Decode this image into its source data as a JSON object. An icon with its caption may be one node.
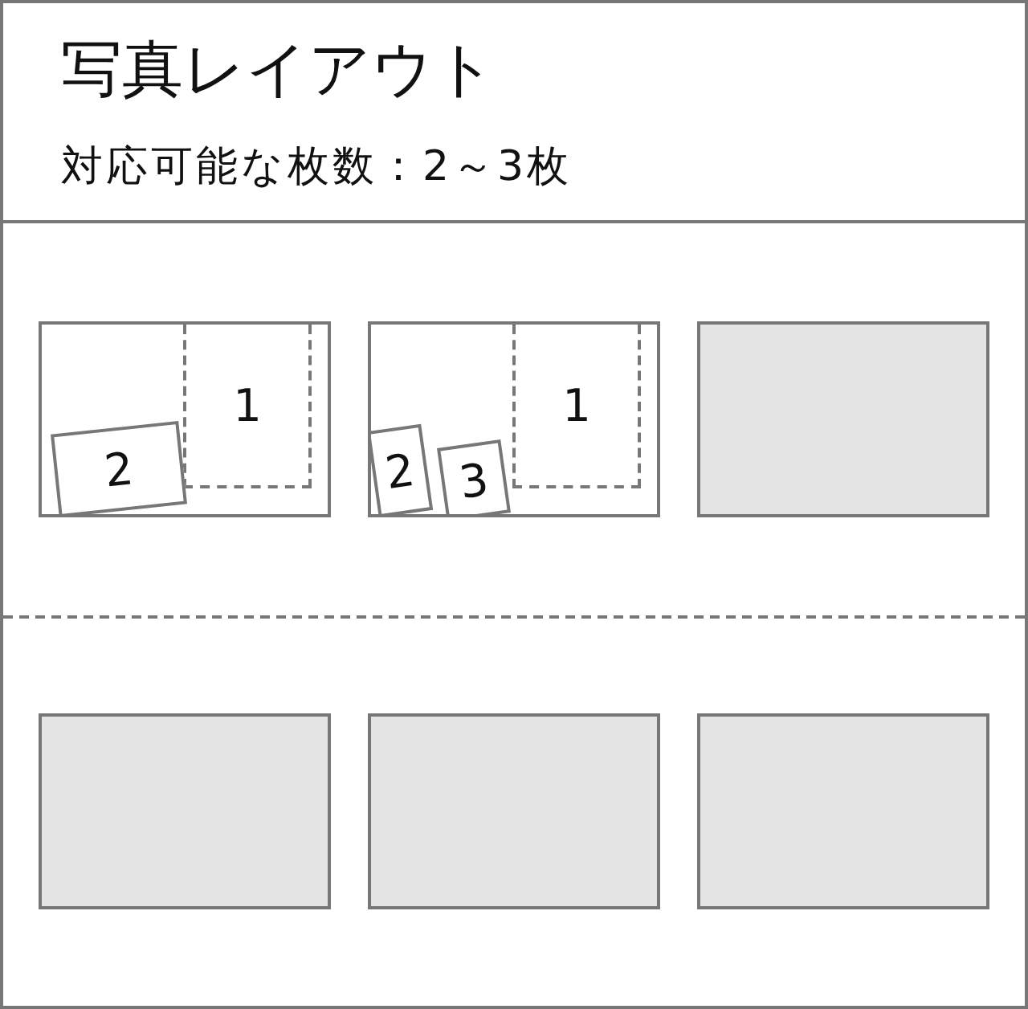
{
  "diagram": {
    "title": "写真レイアウト",
    "nodes": [
      {
        "text": [],
        "shape": "box"
      },
      {
        "text": [
          "1"
        ],
        "in": 0
      },
      {
        "text": [
          "2"
        ],
        "in": 0
      },
      {
        "text": [],
        "shape": "box"
      },
      {
        "text": [
          "1"
        ],
        "in": 3
      },
      {
        "text": [
          "2"
        ],
        "in": 3
      },
      {
        "text": [
          "3"
        ],
        "in": 3
      },
      {
        "text": [],
        "shape": "box"
      },
      {
        "text": [],
        "shape": "box"
      },
      {
        "text": [],
        "shape": "box"
      },
      {
        "text": [],
        "shape": "box"
      }
    ],
    "edges": [],
    "labels": [
      "対応可能な枚数：2～3枚"
    ]
  }
}
